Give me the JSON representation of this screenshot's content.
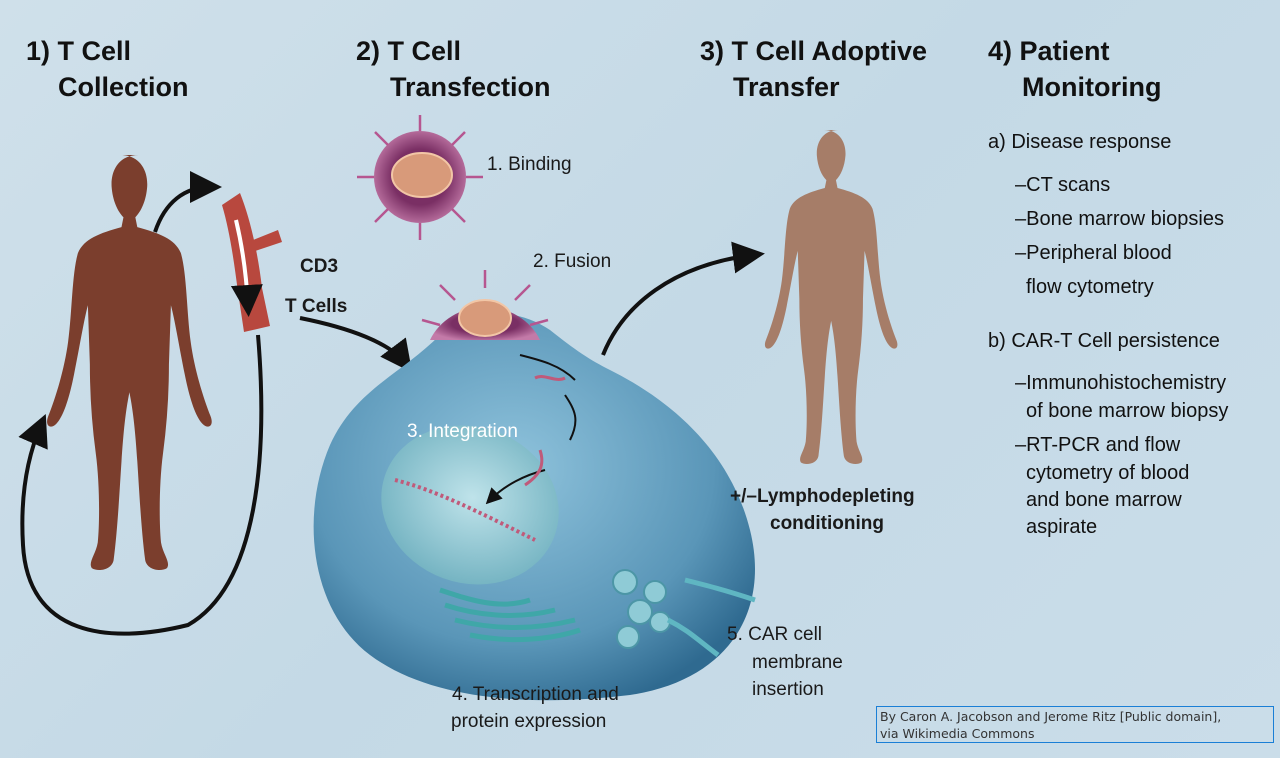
{
  "steps": {
    "s1": [
      "1) T Cell",
      "Collection"
    ],
    "s2": [
      "2) T Cell",
      "Transfection"
    ],
    "s3": [
      "3) T Cell Adoptive",
      "Transfer"
    ],
    "s4": [
      "4) Patient",
      "Monitoring"
    ]
  },
  "labels": {
    "cd3": "CD3",
    "tcells": "T Cells",
    "binding": "1. Binding",
    "fusion": "2. Fusion",
    "integration": "3. Integration",
    "transcription": [
      "4. Transcription and",
      "protein expression"
    ],
    "car": [
      "5. CAR cell",
      "membrane",
      "insertion"
    ],
    "lympho": [
      "+/–Lymphodepleting",
      "conditioning"
    ]
  },
  "monitoring": {
    "a": "a) Disease response",
    "a_items": [
      "–CT scans",
      "–Bone marrow biopsies",
      "–Peripheral blood",
      "flow cytometry"
    ],
    "b": "b) CAR-T Cell persistence",
    "b_items": [
      "–Immunohistochemistry",
      "of bone marrow biopsy",
      "–RT-PCR and flow",
      "cytometry of blood",
      "and bone marrow",
      "aspirate"
    ]
  },
  "attribution": [
    "By Caron A. Jacobson and Jerome Ritz [Public domain],",
    "via Wikimedia Commons"
  ],
  "colors": {
    "patient": "#7b3e2d",
    "recipient": "#a67d68",
    "cell": "#5f9fbf",
    "virus": "#8a3f6e",
    "attr_border": "#1a7fd6"
  }
}
